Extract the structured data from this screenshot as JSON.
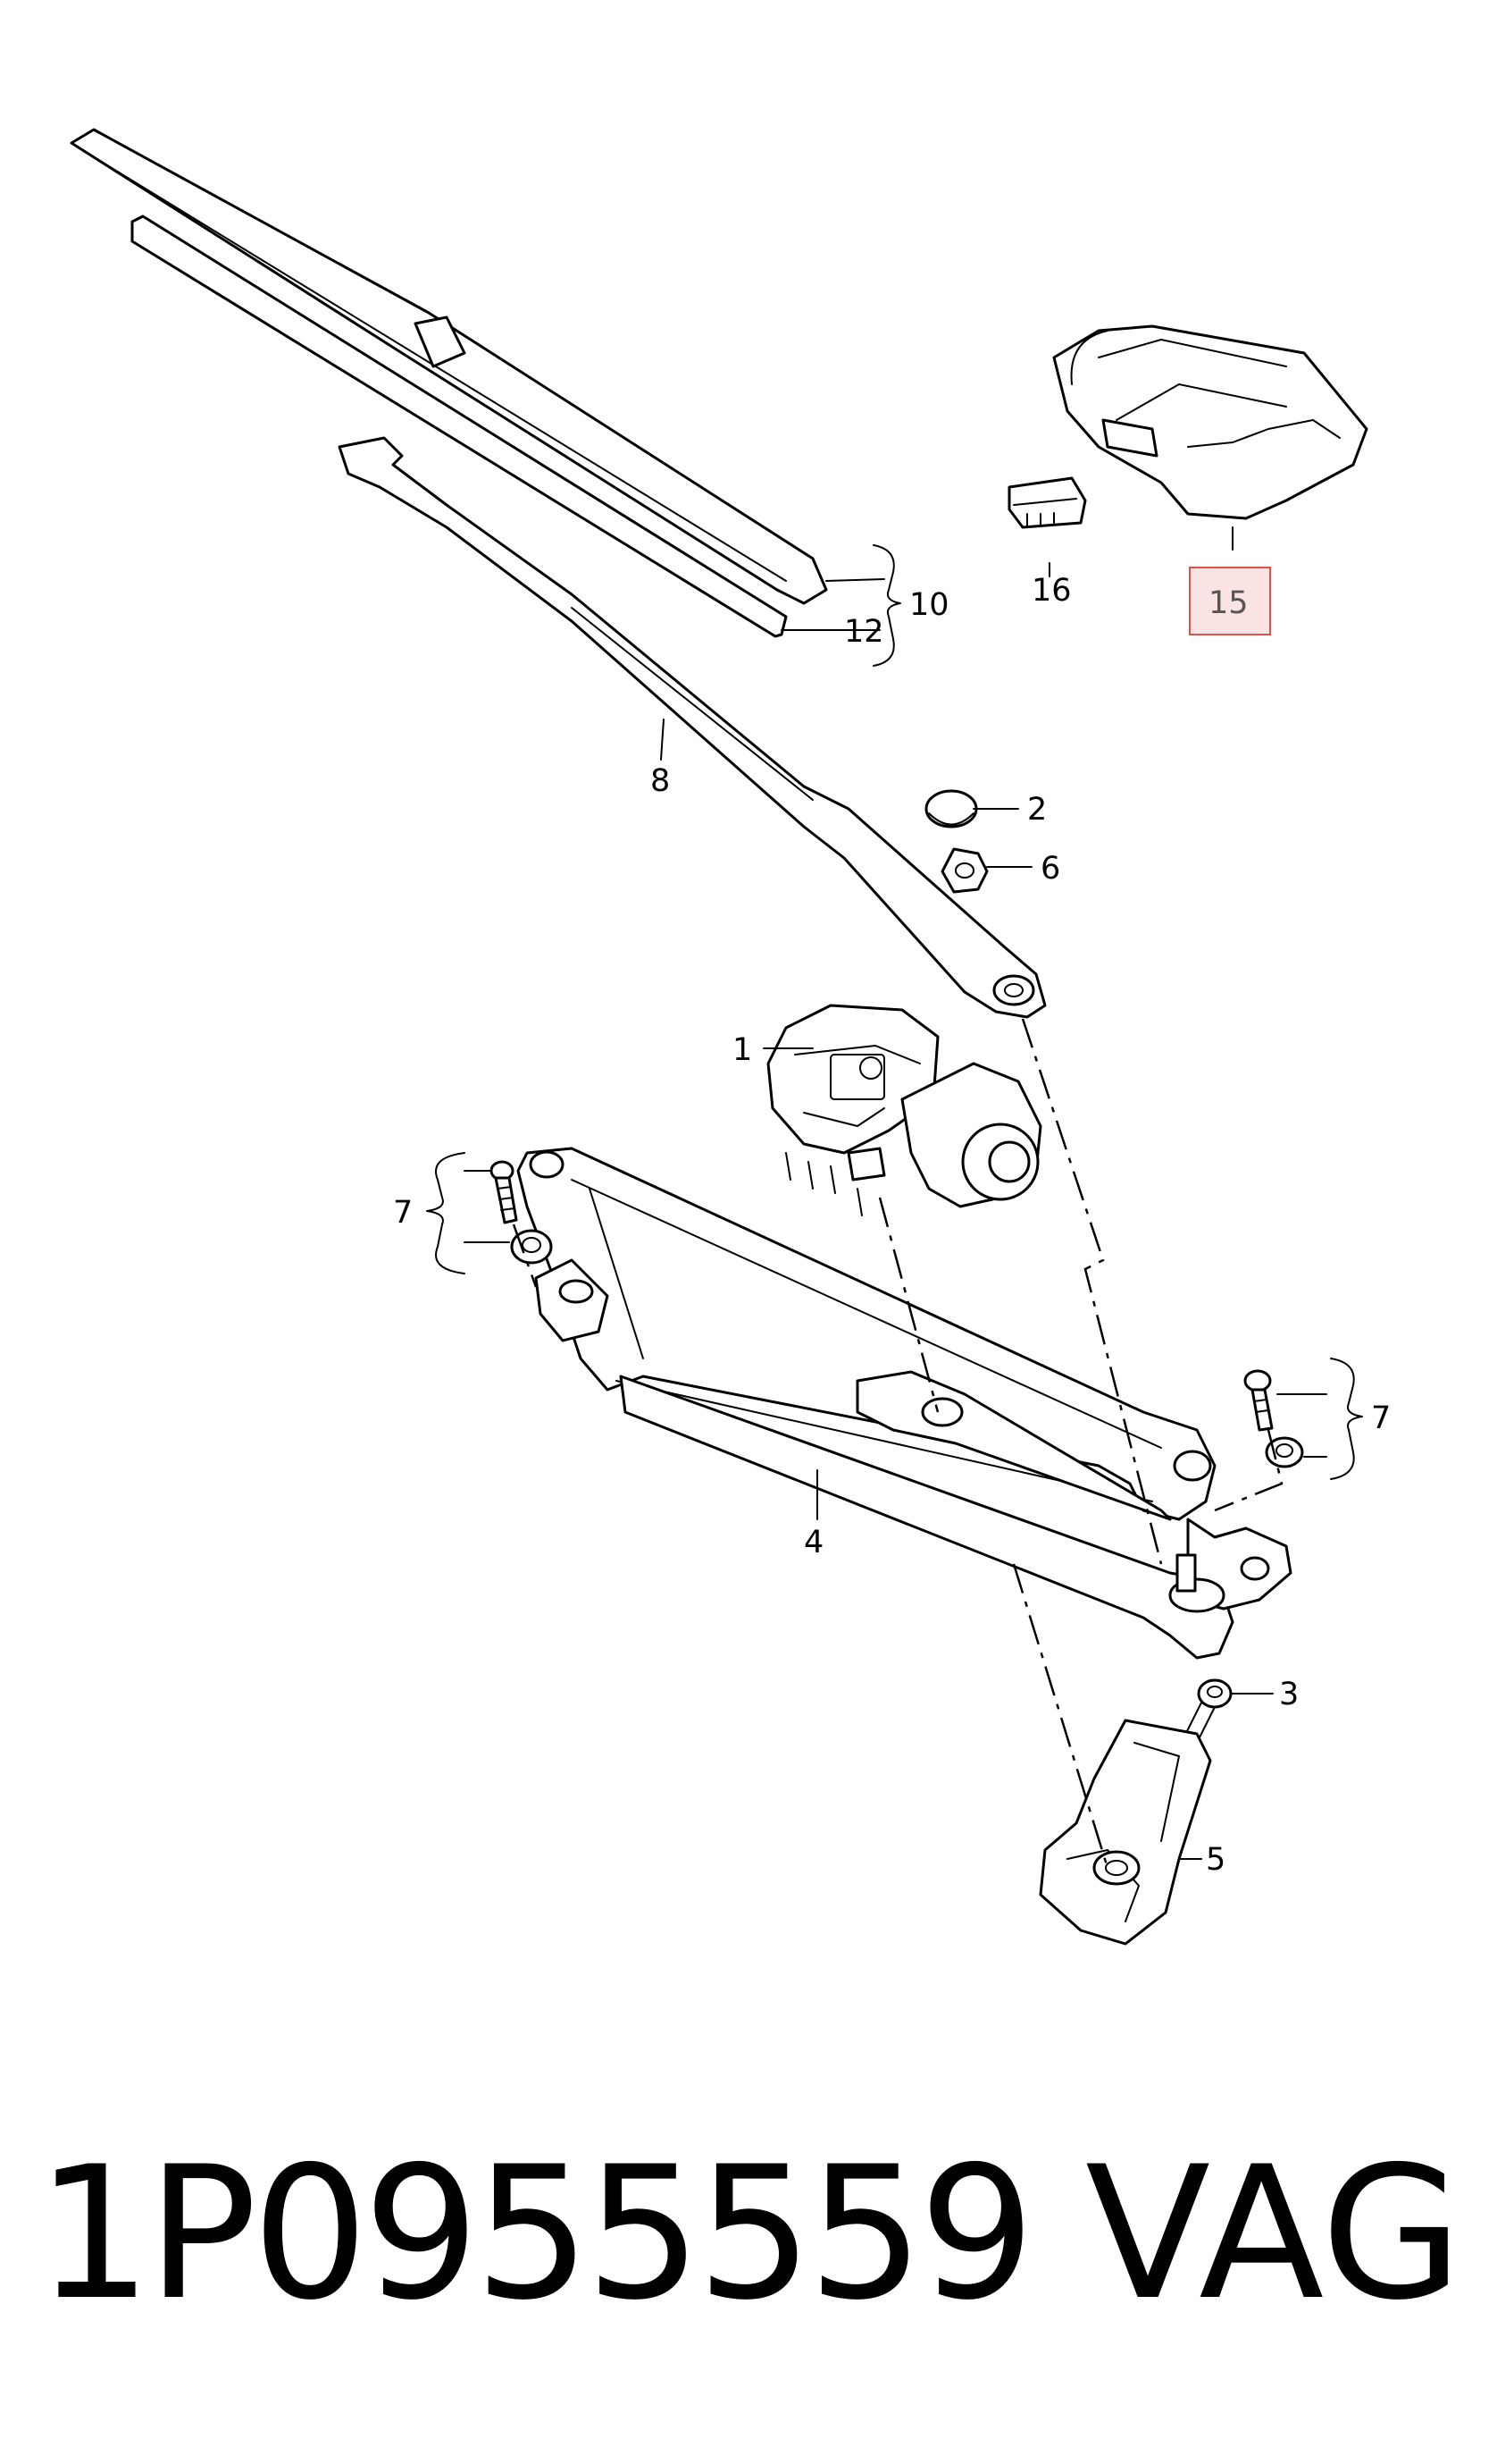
{
  "callouts": {
    "c1": "1",
    "c2": "2",
    "c3": "3",
    "c4": "4",
    "c5": "5",
    "c6": "6",
    "c7a": "7",
    "c7b": "7",
    "c8": "8",
    "c10": "10",
    "c12": "12",
    "c15": "15",
    "c16": "16"
  },
  "highlight": {
    "border_color": "#d9534f",
    "fill_color": "#fbe3e3"
  },
  "caption": {
    "part_number": "1P0955559",
    "brand": "VAG"
  }
}
